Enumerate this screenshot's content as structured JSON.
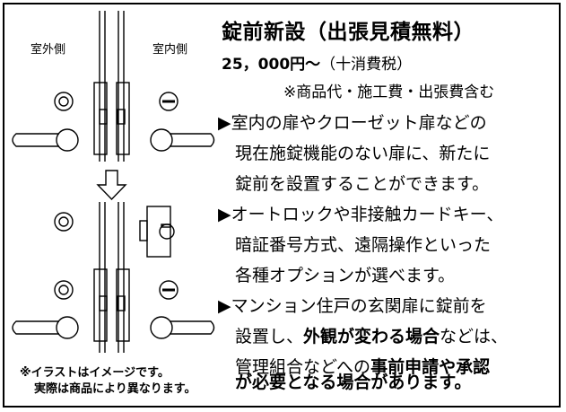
{
  "labels": {
    "outside": "室外側",
    "inside": "室内側"
  },
  "title": "錠前新設（出張見積無料）",
  "price": {
    "amount": "25，000円～",
    "tax": "（十消費税）"
  },
  "note": "※商品代・施工費・出張費含む",
  "bullets": [
    {
      "lines": [
        "▶室内の扉やクローゼット扉などの",
        "現在施錠機能のない扉に、新たに",
        "錠前を設置することができます。"
      ]
    },
    {
      "lines": [
        "▶オートロックや非接触カードキー、",
        "暗証番号方式、遠隔操作といった",
        "各種オプションが選べます。"
      ]
    },
    {
      "line1": "▶マンション住戸の玄関扉に錠前を",
      "line2_a": "設置し、",
      "line2_b": "外観が変わる場合",
      "line2_c": "などは、",
      "line3_a": "管理組合などへの",
      "line3_b": "事前申請や承認",
      "line4": "が必要となる場合があります。"
    }
  ],
  "caption": {
    "line1": "※イラストはイメージです。",
    "line2": "実際は商品により異なります。"
  },
  "colors": {
    "ink": "#000000",
    "background": "#ffffff"
  }
}
